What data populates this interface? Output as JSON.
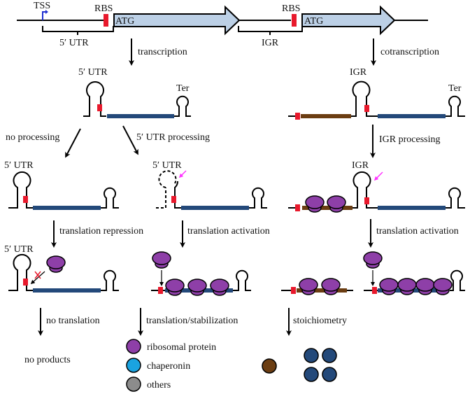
{
  "colors": {
    "rbs": "#e8192c",
    "cds_blue": "#23497a",
    "cds_brown": "#6b3d12",
    "gene_arrow": "#bcd0e6",
    "tss_arrow": "#1f2fd0",
    "cleavage_arrow": "#ff33ff",
    "ribosome": "#8e3fa8",
    "chaperonin": "#1aa3e0",
    "others": "#8c8c8c",
    "block_x": "#e8192c"
  },
  "gene_map": {
    "tss_label": "TSS",
    "rbs_label_1": "RBS",
    "rbs_label_2": "RBS",
    "atg_label_1": "ATG",
    "atg_label_2": "ATG",
    "utr_label": "5′ UTR",
    "igr_label": "IGR"
  },
  "left_branch": {
    "step1": "transcription",
    "mrna_label": "5′ UTR",
    "ter_label": "Ter",
    "split_left": "no processing",
    "split_right": "5′ UTR processing",
    "left_utr": "5′ UTR",
    "right_utr": "5′ UTR",
    "left_step": "translation repression",
    "right_step": "translation activation",
    "left_utr2": "5′ UTR",
    "left_final_step": "no translation",
    "right_final_step": "translation/stabilization",
    "left_result": "no products"
  },
  "right_branch": {
    "step1": "cotranscription",
    "mrna_label": "IGR",
    "ter_label": "Ter",
    "step2": "IGR processing",
    "igr_label2": "IGR",
    "step3": "translation activation",
    "step4": "stoichiometry"
  },
  "legend": [
    {
      "label": "ribosomal protein",
      "color": "#8e3fa8"
    },
    {
      "label": "chaperonin",
      "color": "#1aa3e0"
    },
    {
      "label": "others",
      "color": "#8c8c8c"
    }
  ],
  "stoichiometry": {
    "brown_count": 1,
    "blue_count": 4
  }
}
